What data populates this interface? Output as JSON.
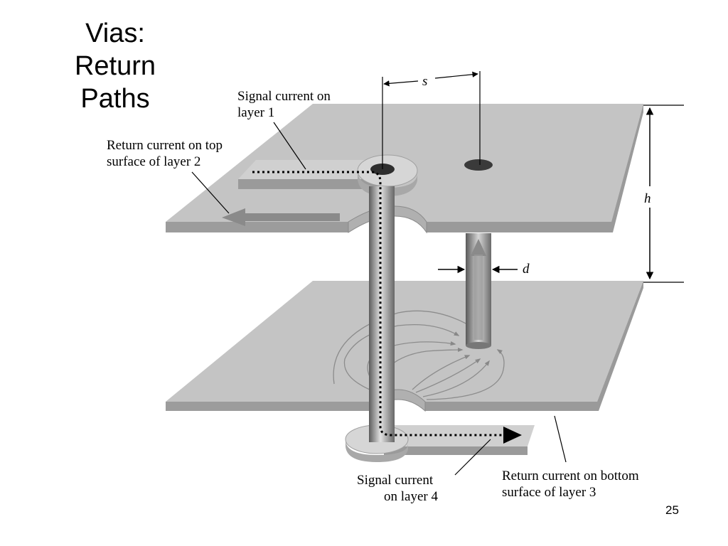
{
  "slide": {
    "title_lines": [
      "Vias:",
      "Return",
      "Paths"
    ],
    "page_number": "25"
  },
  "diagram": {
    "labels": {
      "signal_layer1": [
        "Signal current on",
        "layer 1"
      ],
      "return_top_layer2": [
        "Return current on top",
        "surface of layer 2"
      ],
      "spacing": "s",
      "height": "h",
      "diameter": "d",
      "signal_layer4": [
        "Signal current",
        "on layer 4"
      ],
      "return_bottom_layer3": [
        "Return current on bottom",
        "surface of layer 3"
      ]
    },
    "colors": {
      "plane_top": "#c4c4c4",
      "plane_edge": "#9a9a9a",
      "via_dark": "#6e6e6e",
      "via_light": "#d8d8d8",
      "pad": "#d2d2d2",
      "line": "#000000"
    }
  }
}
